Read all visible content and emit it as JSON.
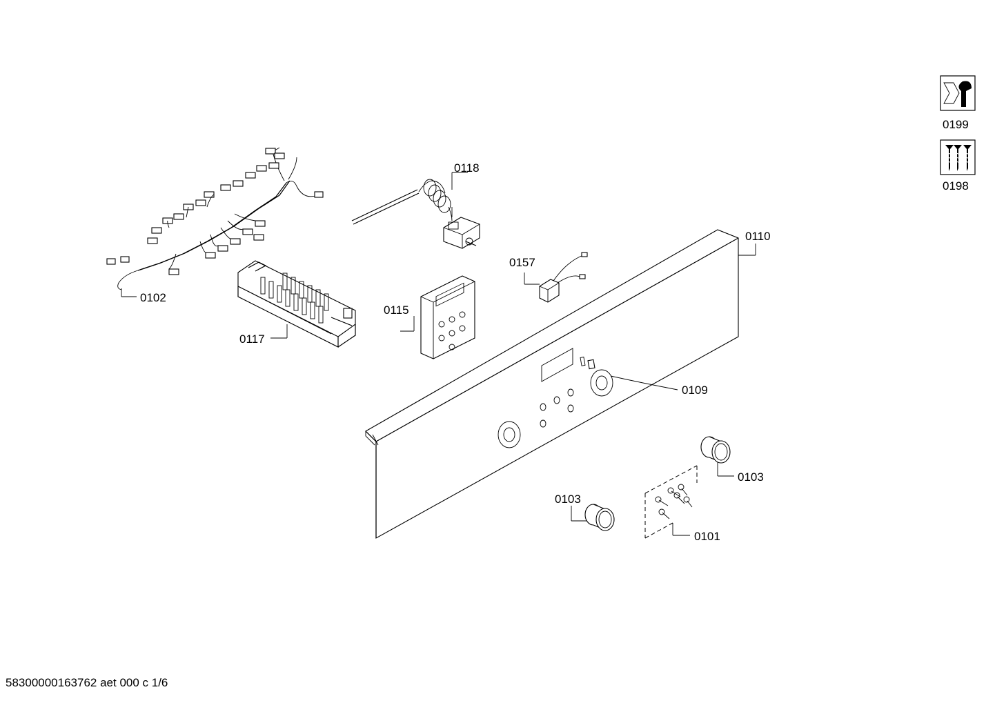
{
  "parts": {
    "p0102": "0102",
    "p0117": "0117",
    "p0118": "0118",
    "p0115": "0115",
    "p0157": "0157",
    "p0110": "0110",
    "p0109": "0109",
    "p0103a": "0103",
    "p0103b": "0103",
    "p0101": "0101"
  },
  "legend": {
    "tools": "0199",
    "screws": "0198"
  },
  "footer": {
    "doc_ref": "58300000163762 aet 000 c 1/6"
  }
}
